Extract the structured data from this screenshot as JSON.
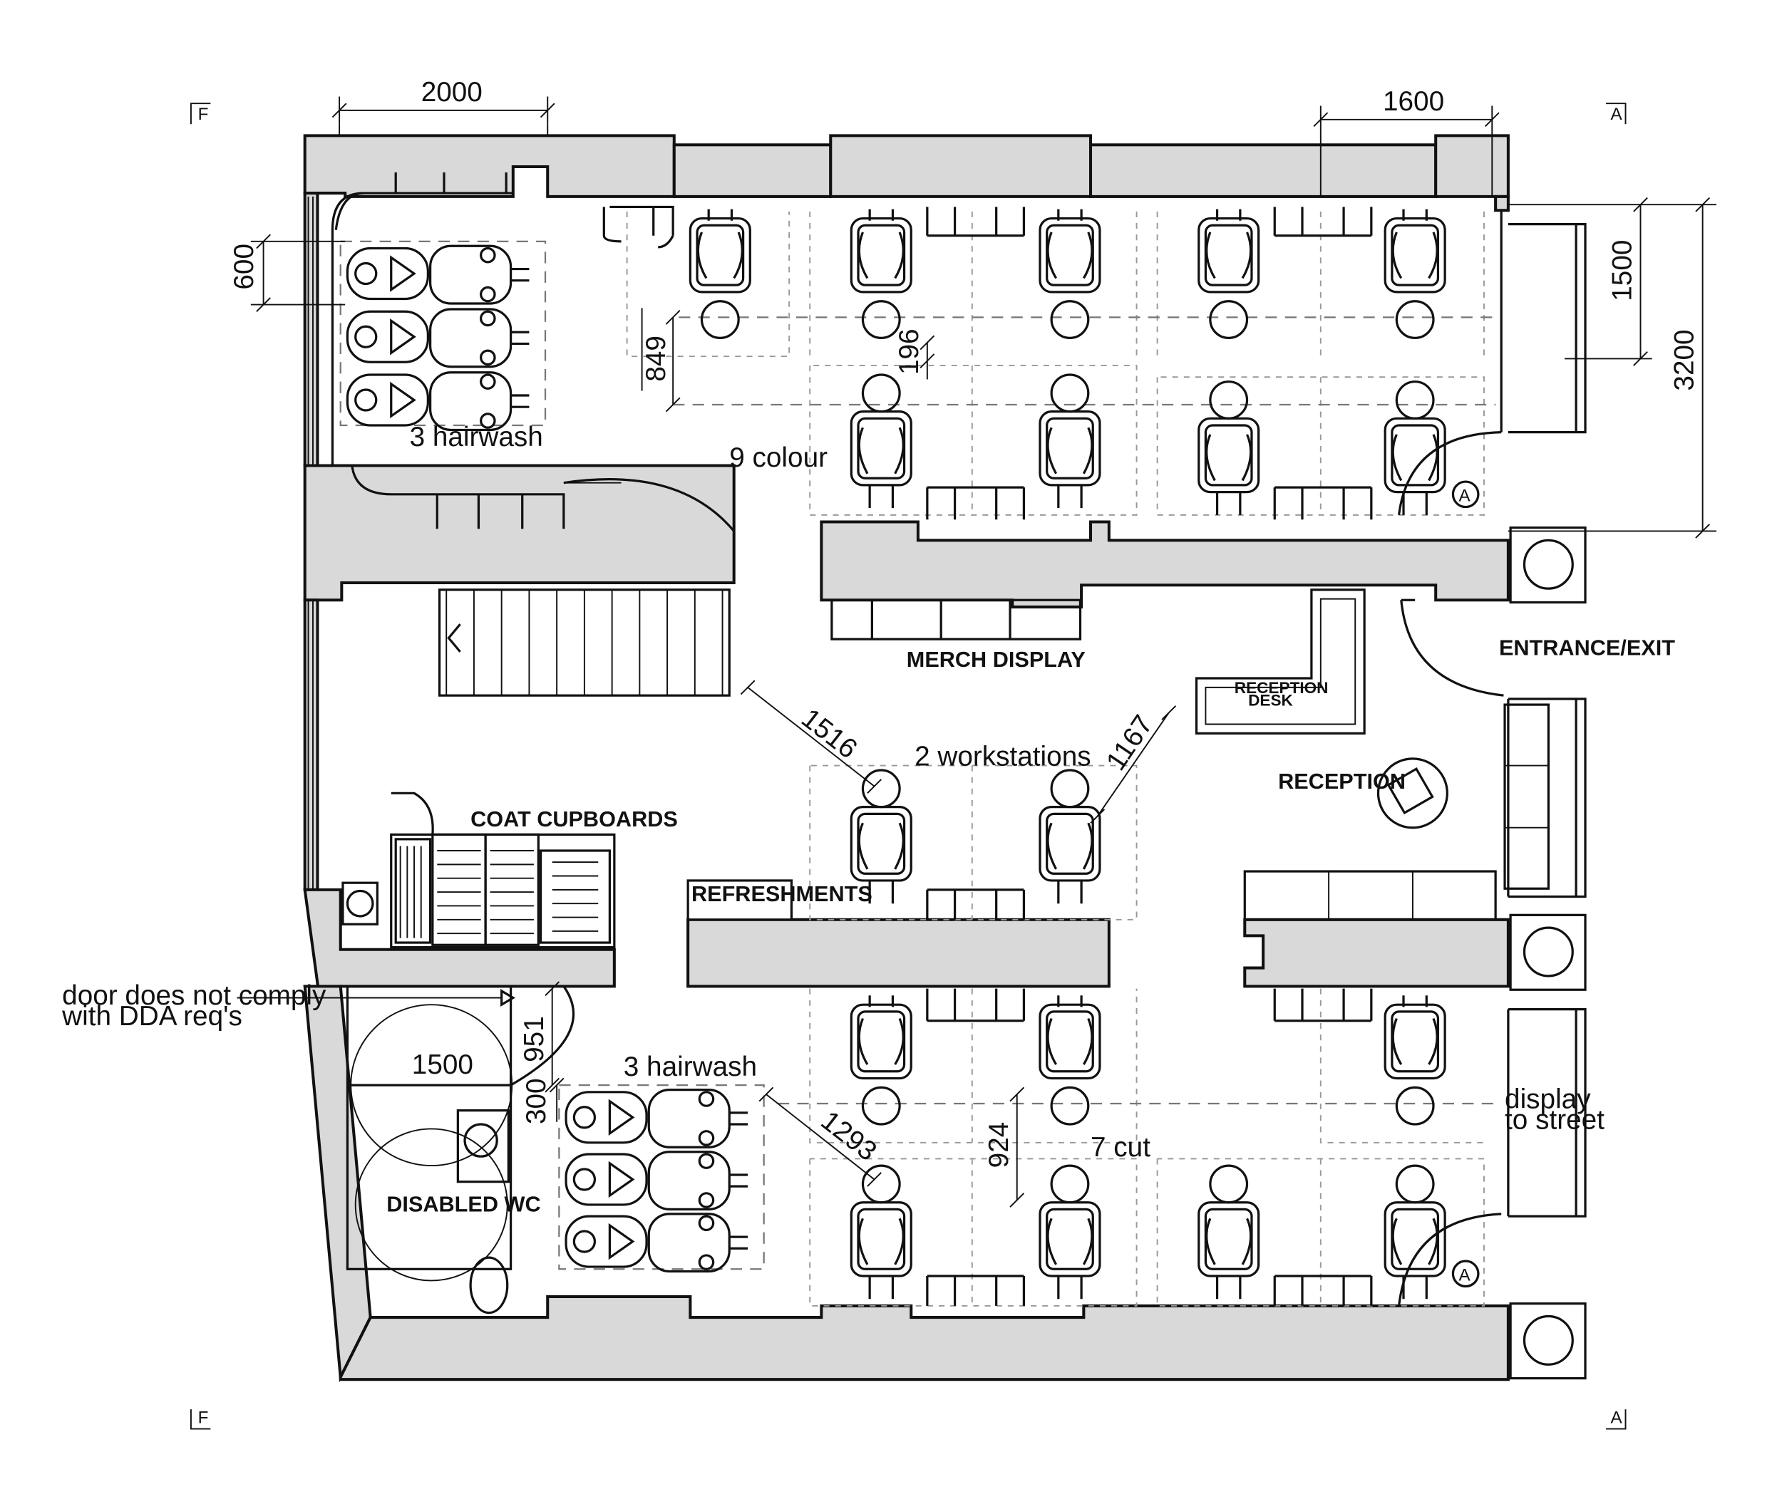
{
  "gridlines": {
    "left": "F",
    "right": "A"
  },
  "dimensions": {
    "hairwash_width": "2000",
    "window_bay_width": "1600",
    "chair_spacing": "600",
    "bay_depth": "1500",
    "overall_depth": "3200",
    "aisle_849": "849",
    "gap_196": "196",
    "diag_1516": "1516",
    "diag_1167": "1167",
    "wc_turning": "1500",
    "door_951": "951",
    "clear_300": "300",
    "diag_1293": "1293",
    "gap_924": "924"
  },
  "labels": {
    "hairwash_top": "3 hairwash",
    "colour": "9 colour",
    "merch": "MERCH DISPLAY",
    "reception_desk_line1": "RECEPTION",
    "reception_desk_line2": "DESK",
    "entrance": "ENTRANCE/EXIT",
    "reception": "RECEPTION",
    "workstations": "2 workstations",
    "coat": "COAT CUPBOARDS",
    "refreshments": "REFRESHMENTS",
    "door_note_line1": "door does not comply",
    "door_note_line2": "with DDA req's",
    "hairwash_bottom": "3 hairwash",
    "wc": "DISABLED WC",
    "cut": "7 cut",
    "display_line1": "display",
    "display_line2": "to street",
    "marker": "A"
  }
}
